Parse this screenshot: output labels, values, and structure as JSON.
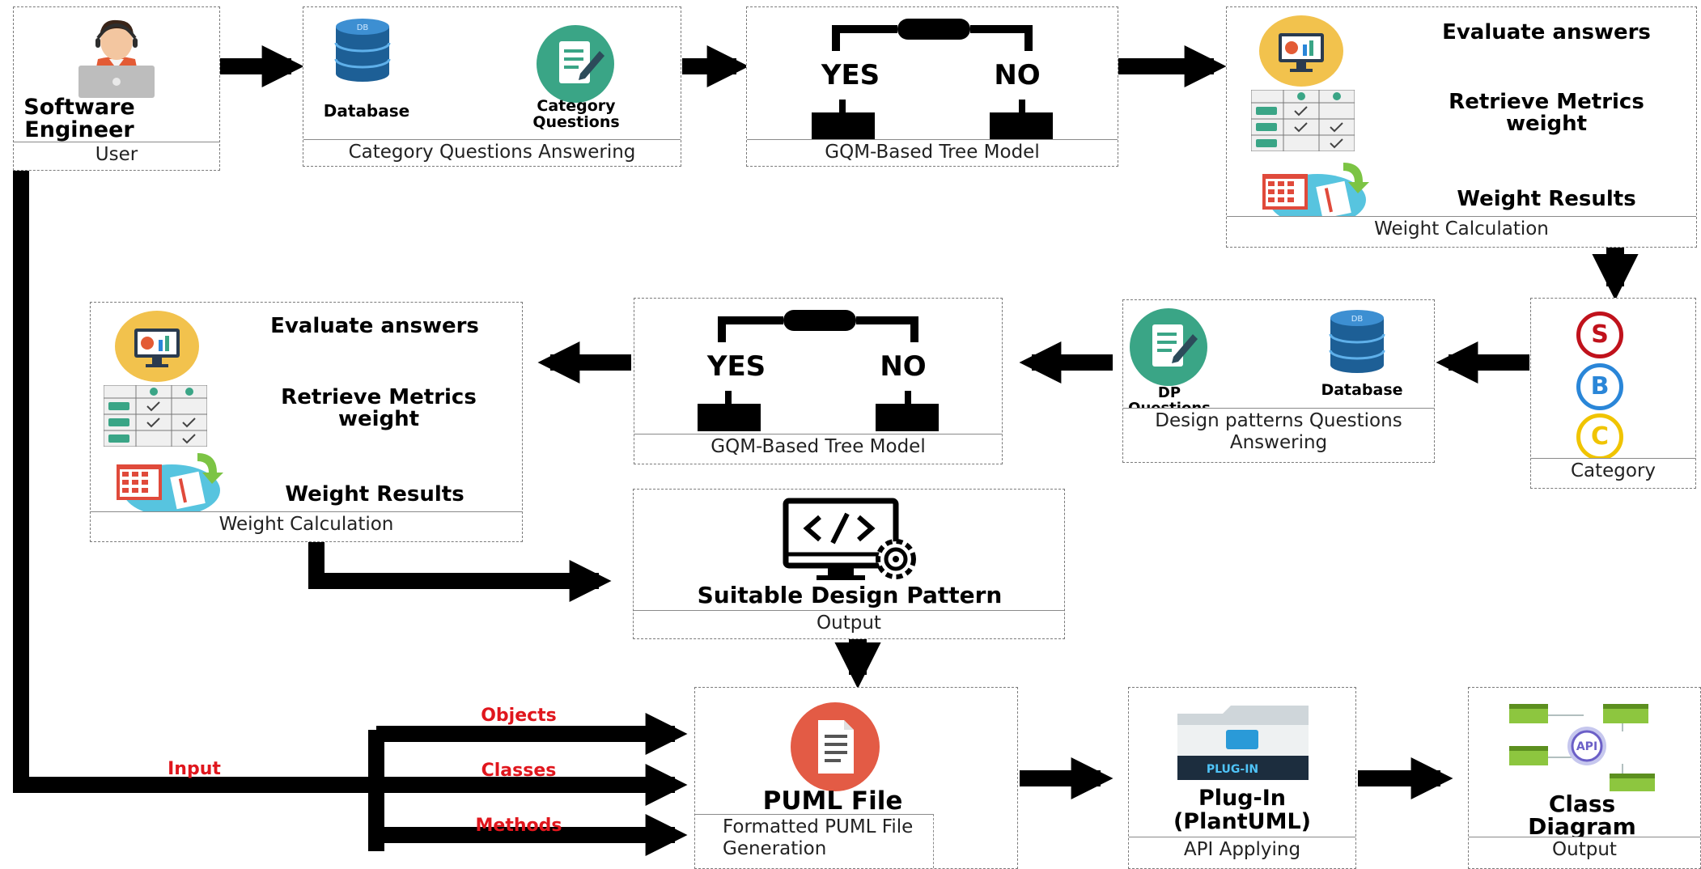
{
  "user": {
    "name": "Software Engineer",
    "caption": "User"
  },
  "category_qa": {
    "database": "Database",
    "questions": "Category Questions",
    "caption": "Category Questions Answering"
  },
  "tree1": {
    "yes": "YES",
    "no": "NO",
    "caption": "GQM-Based Tree Model"
  },
  "weight1": {
    "step1": "Evaluate answers",
    "step2": "Retrieve Metrics weight",
    "step3": "Weight Results",
    "caption": "Weight Calculation"
  },
  "category": {
    "letters": [
      "S",
      "B",
      "C"
    ],
    "caption": "Category",
    "colors": [
      "#c0121c",
      "#2a86d8",
      "#f0c400"
    ]
  },
  "dp_qa": {
    "questions": "DP Questions",
    "database": "Database",
    "caption": "Design patterns Questions Answering"
  },
  "tree2": {
    "yes": "YES",
    "no": "NO",
    "caption": "GQM-Based Tree Model"
  },
  "weight2": {
    "step1": "Evaluate answers",
    "step2": "Retrieve Metrics weight",
    "step3": "Weight Results",
    "caption": "Weight Calculation"
  },
  "output1": {
    "title": "Suitable Design Pattern",
    "caption": "Output"
  },
  "inputs": {
    "input": "Input",
    "objects": "Objects",
    "classes": "Classes",
    "methods": "Methods"
  },
  "puml": {
    "title": "PUML File",
    "caption": "Formatted PUML File Generation"
  },
  "plugin": {
    "badge": "PLUG-IN",
    "title": "Plug-In (PlantUML)",
    "caption": "API Applying"
  },
  "output2": {
    "api": "API",
    "title": "Class Diagram",
    "caption": "Output"
  },
  "icons": {
    "user": "software-engineer-icon",
    "database": "database-icon",
    "questions": "document-pencil-icon",
    "dashboard": "dashboard-monitor-icon",
    "table": "checklist-table-icon",
    "calculator": "calculator-icon",
    "code": "code-monitor-icon",
    "puml": "document-file-icon",
    "plugin": "plugin-folder-icon",
    "api": "api-diagram-icon"
  }
}
